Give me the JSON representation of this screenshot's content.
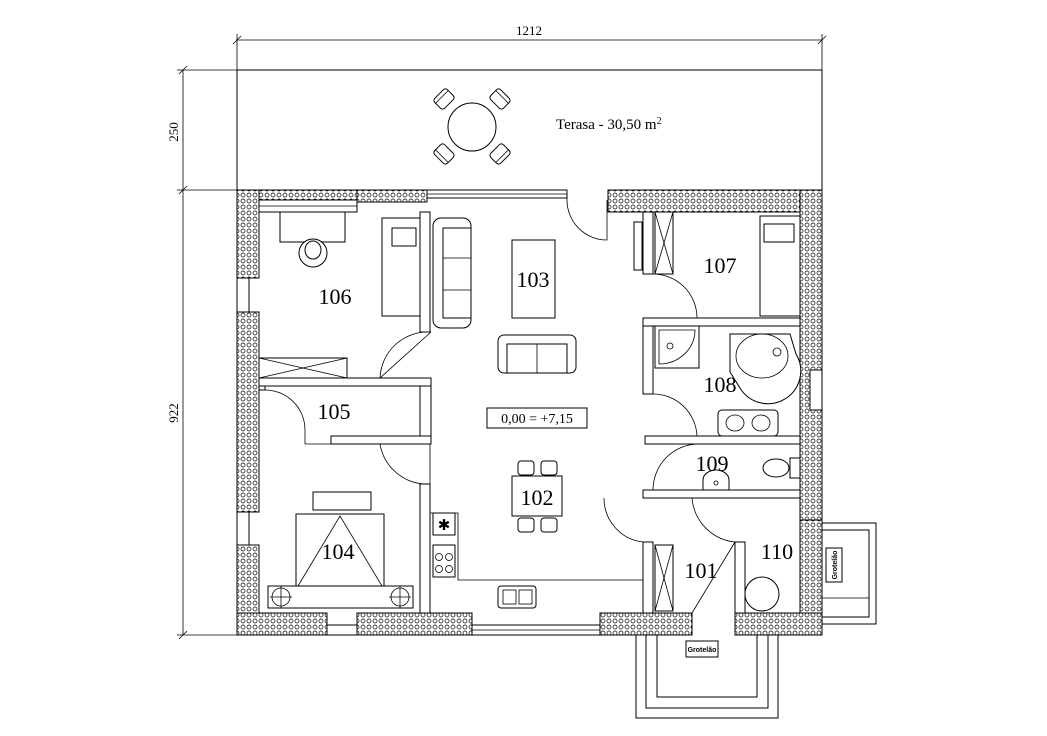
{
  "dimensions": {
    "width": "1212",
    "terrace_depth": "250",
    "house_depth": "922"
  },
  "terrace": {
    "label": "Terasa - 30,50 m",
    "sup": "2"
  },
  "level_marker": "0,00 = +7,15",
  "rooms": {
    "r101": "101",
    "r102": "102",
    "r103": "103",
    "r104": "104",
    "r105": "105",
    "r106": "106",
    "r107": "107",
    "r108": "108",
    "r109": "109",
    "r110": "110"
  },
  "stamps": {
    "entrance_mat": "Grotelão",
    "side_mat": "Grotelão"
  }
}
